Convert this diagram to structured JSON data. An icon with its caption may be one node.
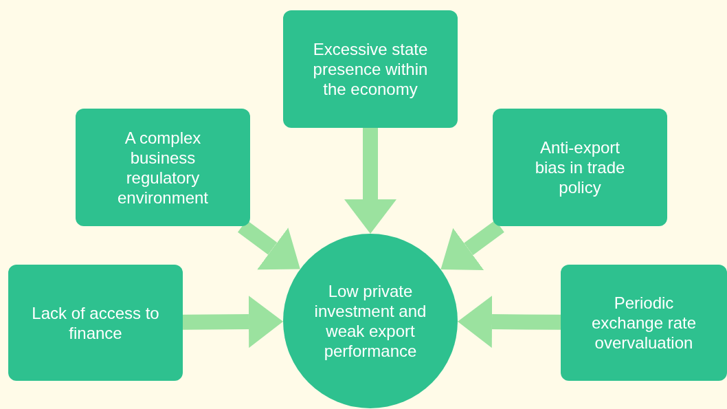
{
  "diagram": {
    "nodes": [
      {
        "text": [
          "Excessive state presence within the economy"
        ]
      },
      {
        "text": [
          "A complex business regulatory environment"
        ]
      },
      {
        "text": [
          "Anti-export bias in trade policy"
        ]
      },
      {
        "text": [
          "Lack of access to finance"
        ]
      },
      {
        "text": [
          "Low private investment and weak export performance"
        ]
      },
      {
        "text": [
          "Periodic exchange rate overvaluation"
        ]
      }
    ],
    "edges": [
      {
        "from": 0,
        "to": 4,
        "arrow": "to"
      },
      {
        "from": 1,
        "to": 4,
        "arrow": "to"
      },
      {
        "from": 2,
        "to": 4,
        "arrow": "to"
      },
      {
        "from": 3,
        "to": 4,
        "arrow": "to"
      },
      {
        "from": 5,
        "to": 4,
        "arrow": "to"
      }
    ]
  }
}
